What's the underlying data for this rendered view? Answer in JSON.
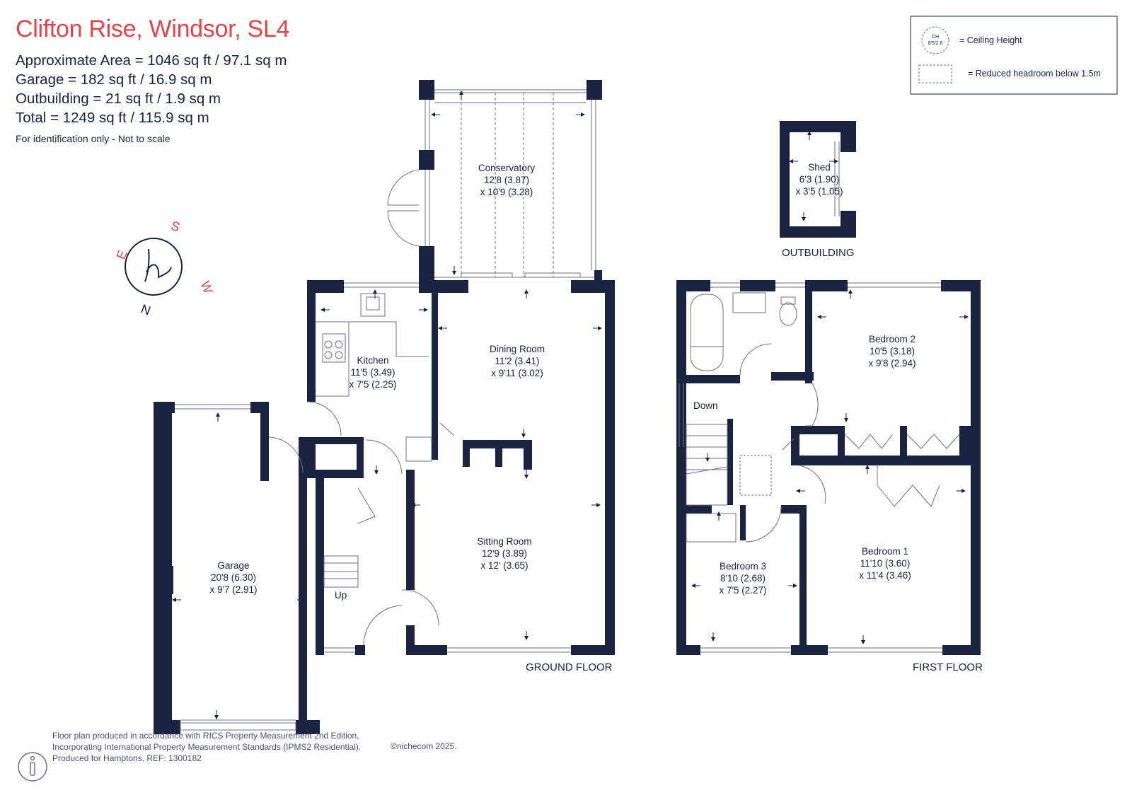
{
  "header": {
    "title": "Clifton Rise, Windsor, SL4",
    "areas": [
      "Approximate Area = 1046 sq ft / 97.1 sq m",
      "Garage = 182 sq ft / 16.9 sq m",
      "Outbuilding = 21 sq ft / 1.9 sq m",
      "Total = 1249 sq ft / 115.9 sq m"
    ],
    "disclaimer": "For identification only - Not to scale"
  },
  "legend": {
    "ceiling_symbol": "CH",
    "ceiling_symbol_value": "8'5/2.6",
    "ceiling_height": "= Ceiling Height",
    "reduced_headroom": "= Reduced headroom below 1.5m"
  },
  "compass": {
    "s": "S",
    "e": "E",
    "w": "W",
    "n": "N",
    "logo": "h"
  },
  "floors": {
    "ground": "GROUND FLOOR",
    "first": "FIRST FLOOR",
    "outbuilding": "OUTBUILDING"
  },
  "rooms": {
    "conservatory": {
      "name": "Conservatory",
      "dim1": "12'8 (3.87)",
      "dim2": "x 10'9 (3.28)"
    },
    "dining": {
      "name": "Dining Room",
      "dim1": "11'2 (3.41)",
      "dim2": "x 9'11 (3.02)"
    },
    "kitchen": {
      "name": "Kitchen",
      "dim1": "11'5 (3.49)",
      "dim2": "x 7'5 (2.25)"
    },
    "sitting": {
      "name": "Sitting Room",
      "dim1": "12'9 (3.89)",
      "dim2": "x 12' (3.65)"
    },
    "garage": {
      "name": "Garage",
      "dim1": "20'8 (6.30)",
      "dim2": "x 9'7 (2.91)"
    },
    "shed": {
      "name": "Shed",
      "dim1": "6'3 (1.90)",
      "dim2": "x 3'5 (1.05)"
    },
    "bedroom2": {
      "name": "Bedroom 2",
      "dim1": "10'5 (3.18)",
      "dim2": "x 9'8 (2.94)"
    },
    "bedroom1": {
      "name": "Bedroom 1",
      "dim1": "11'10 (3.60)",
      "dim2": "x 11'4 (3.46)"
    },
    "bedroom3": {
      "name": "Bedroom 3",
      "dim1": "8'10 (2.68)",
      "dim2": "x 7'5 (2.27)"
    }
  },
  "stairs": {
    "up": "Up",
    "down": "Down"
  },
  "footer": {
    "line1": "Floor plan produced in accordance with RICS Property Measurement 2nd Edition,",
    "line2": "Incorporating International Property Measurement Standards (IPMS2 Residential).",
    "line3": "Produced for Hamptons.   REF:  1300182",
    "copyright": "©nichecom 2025."
  },
  "colors": {
    "wall": "#1a2340",
    "accent": "#e0454c",
    "line": "#6b7080"
  }
}
